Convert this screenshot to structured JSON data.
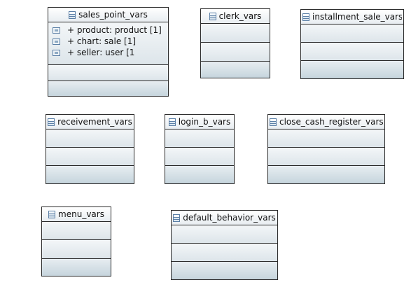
{
  "classes": {
    "sales_point_vars": {
      "name": "sales_point_vars",
      "attributes": [
        {
          "text": "+ product: product [1]"
        },
        {
          "text": "+ chart: sale [1]"
        },
        {
          "text": "+ seller: user [1"
        }
      ]
    },
    "clerk_vars": {
      "name": "clerk_vars"
    },
    "installment_sale_vars": {
      "name": "installment_sale_vars"
    },
    "receivement_vars": {
      "name": "receivement_vars"
    },
    "login_b_vars": {
      "name": "login_b_vars"
    },
    "close_cash_register_vars": {
      "name": "close_cash_register_vars"
    },
    "menu_vars": {
      "name": "menu_vars"
    },
    "default_behavior_vars": {
      "name": "default_behavior_vars"
    }
  },
  "icons": {
    "class": "class-icon",
    "attribute": "attribute-icon"
  },
  "colors": {
    "border": "#2b2b2b",
    "fill_top": "#f3f6f8",
    "fill_bottom": "#c6d5dd",
    "icon": "#5b7fa6"
  }
}
